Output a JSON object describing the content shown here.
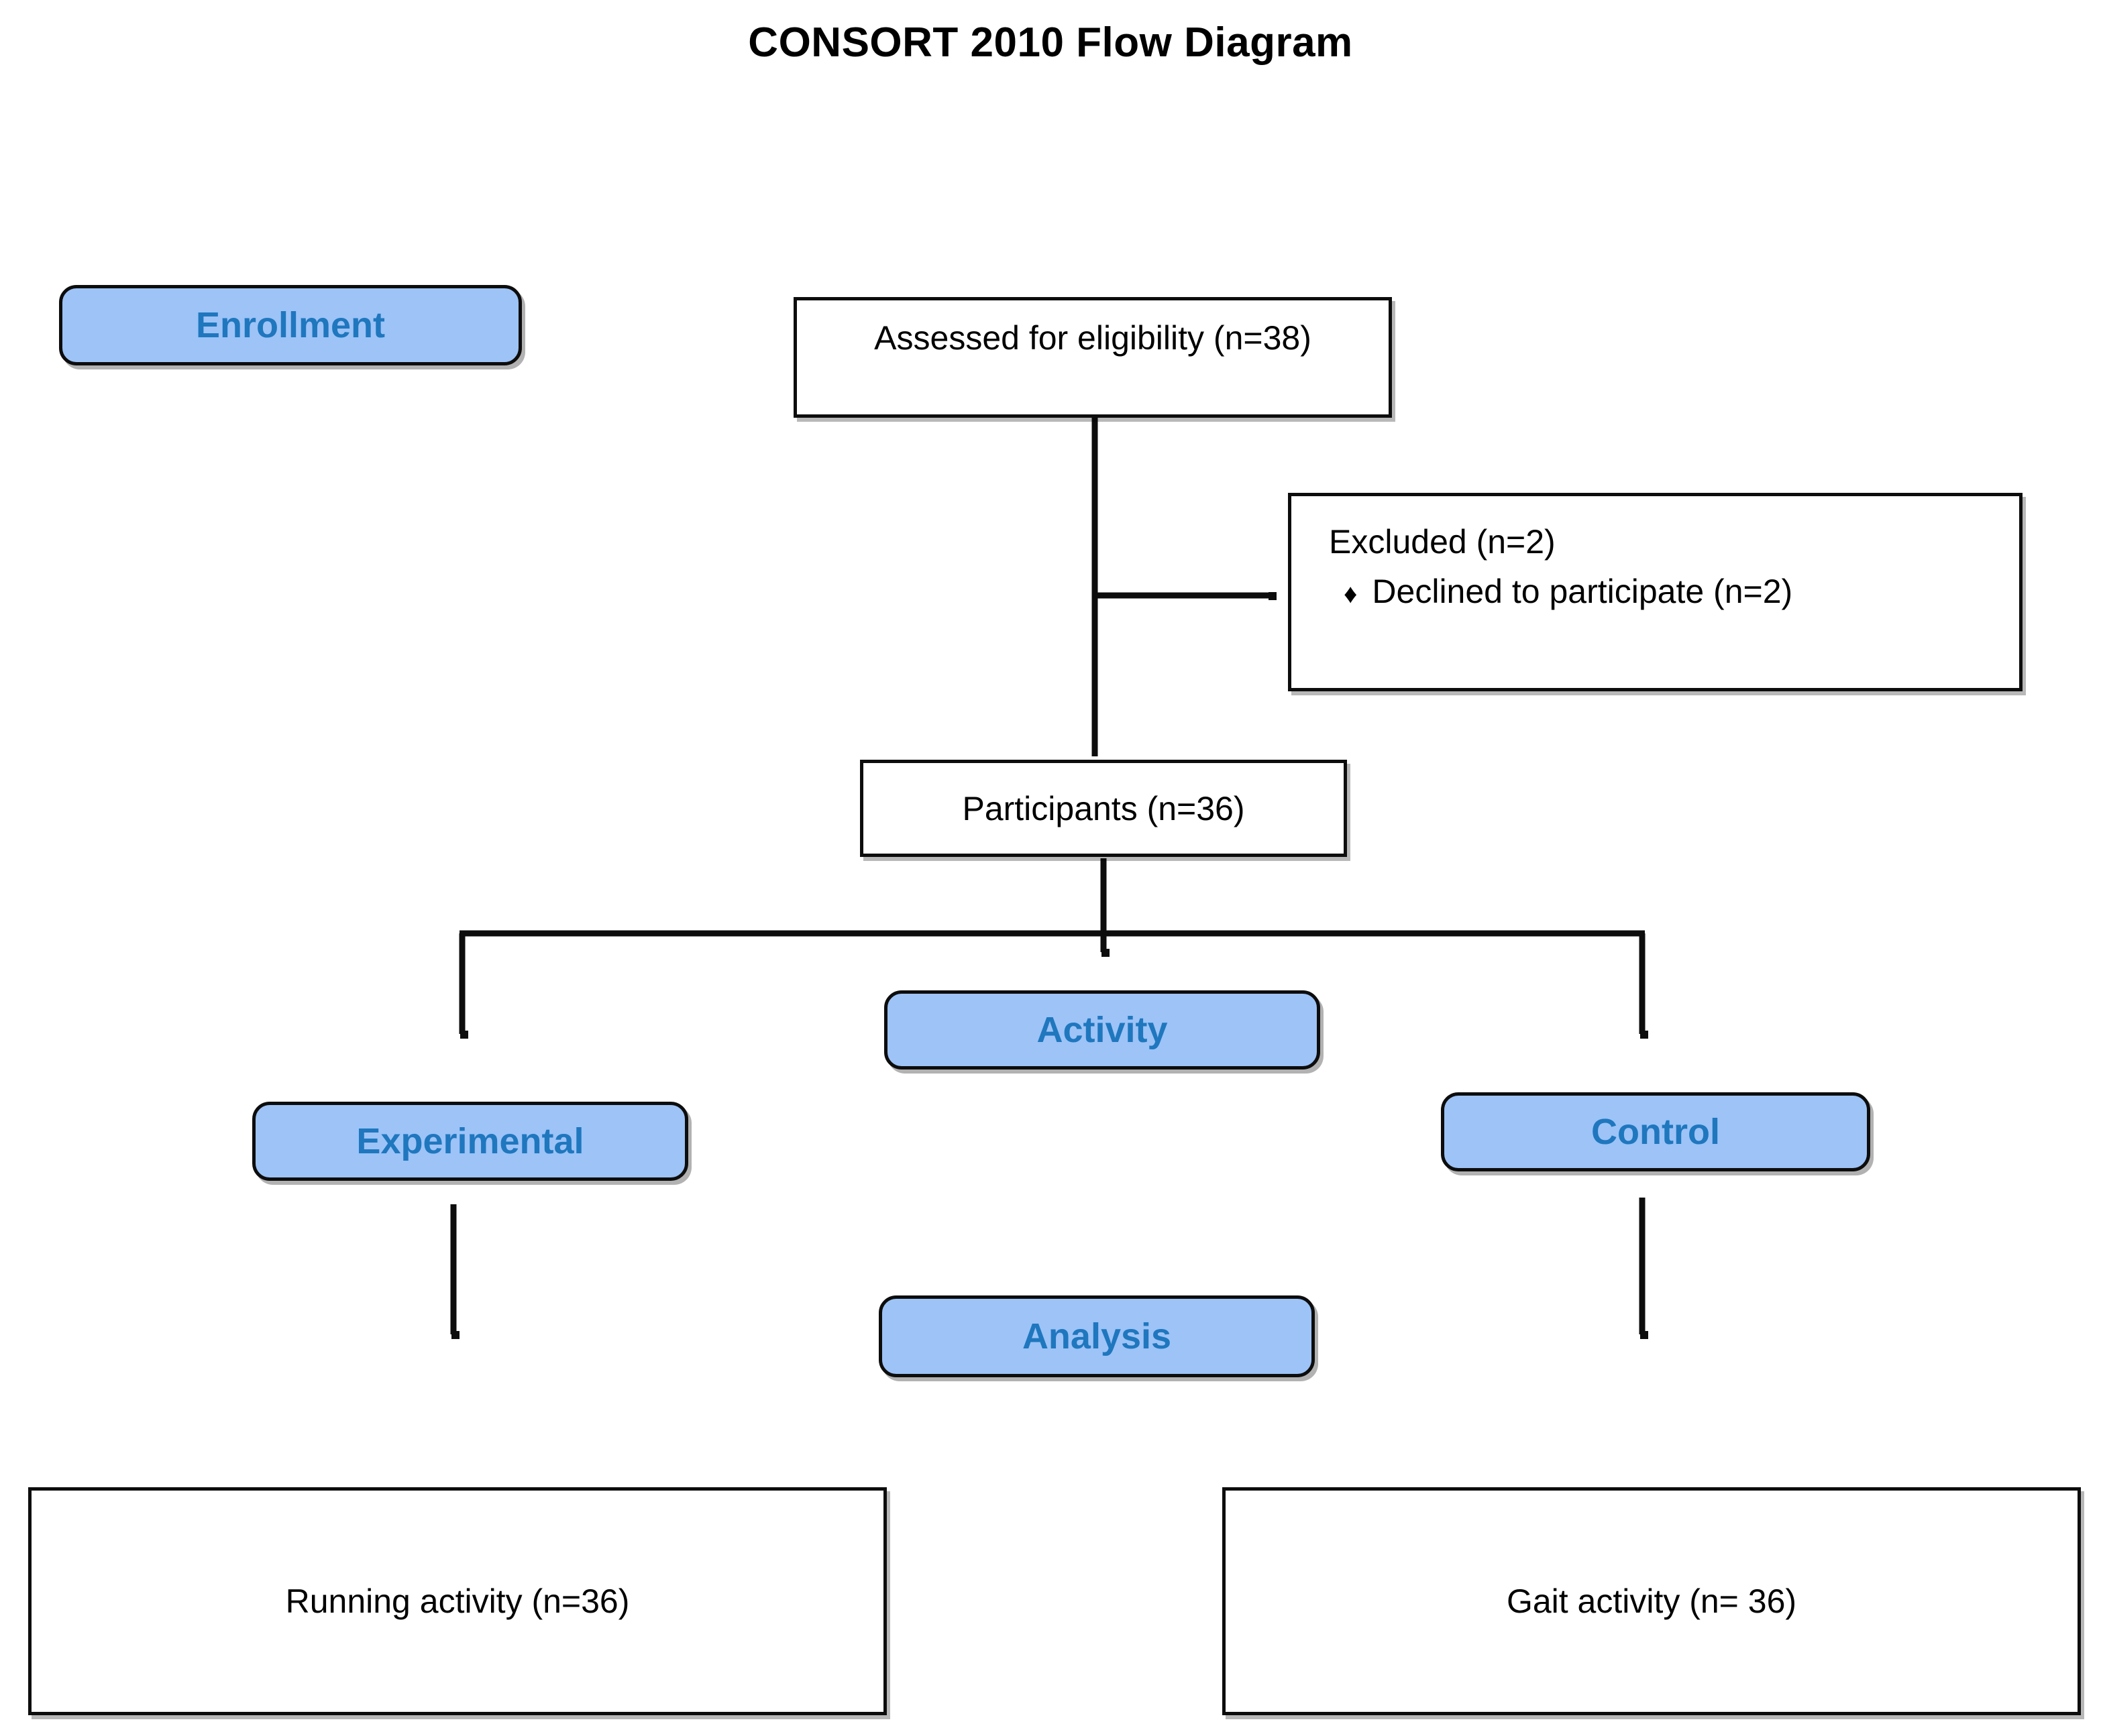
{
  "title": "CONSORT 2010 Flow Diagram",
  "colors": {
    "badge_fill": "#9DC3F7",
    "badge_text": "#1F77BE",
    "border": "#0D0D0D",
    "box_fill": "#FFFFFF",
    "text": "#000000"
  },
  "stages": {
    "enrollment": "Enrollment",
    "activity": "Activity",
    "experimental": "Experimental",
    "control": "Control",
    "analysis": "Analysis"
  },
  "boxes": {
    "eligibility": "Assessed for eligibility (n=38)",
    "excluded_title": "Excluded (n=2)",
    "excluded_bullet_glyph": "♦",
    "excluded_bullet": "Declined to participate (n=2)",
    "participants": "Participants (n=36)",
    "running": "Running activity (n=36)",
    "gait": "Gait activity (n= 36)"
  },
  "chart_data": {
    "type": "diagram",
    "title": "CONSORT 2010 Flow Diagram",
    "nodes": [
      {
        "id": "enrollment",
        "kind": "stage-badge",
        "label": "Enrollment"
      },
      {
        "id": "eligibility",
        "kind": "box",
        "label": "Assessed for eligibility (n=38)",
        "n": 38
      },
      {
        "id": "excluded",
        "kind": "box",
        "label": "Excluded (n=2)",
        "n": 2,
        "bullets": [
          {
            "glyph": "♦",
            "label": "Declined to participate (n=2)",
            "n": 2
          }
        ]
      },
      {
        "id": "participants",
        "kind": "box",
        "label": "Participants (n=36)",
        "n": 36
      },
      {
        "id": "activity",
        "kind": "stage-badge",
        "label": "Activity"
      },
      {
        "id": "experimental",
        "kind": "stage-badge",
        "label": "Experimental"
      },
      {
        "id": "control",
        "kind": "stage-badge",
        "label": "Control"
      },
      {
        "id": "analysis",
        "kind": "stage-badge",
        "label": "Analysis"
      },
      {
        "id": "running",
        "kind": "box",
        "label": "Running activity (n=36)",
        "n": 36
      },
      {
        "id": "gait",
        "kind": "box",
        "label": "Gait activity (n= 36)",
        "n": 36
      }
    ],
    "edges": [
      {
        "from": "eligibility",
        "to": "excluded",
        "style": "arrow-right"
      },
      {
        "from": "eligibility",
        "to": "participants",
        "style": "arrow-down"
      },
      {
        "from": "participants",
        "to": "experimental",
        "style": "split-left"
      },
      {
        "from": "participants",
        "to": "control",
        "style": "split-right"
      },
      {
        "from": "experimental",
        "to": "running",
        "style": "arrow-down"
      },
      {
        "from": "control",
        "to": "gait",
        "style": "arrow-down"
      }
    ]
  }
}
